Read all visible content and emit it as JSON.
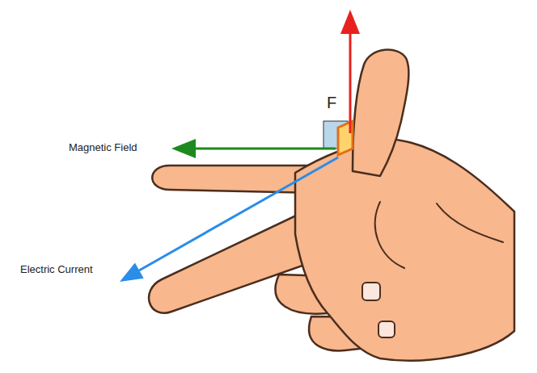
{
  "diagram": {
    "labels": [
      "F",
      "Magnetic Field",
      "Electric Current"
    ]
  }
}
